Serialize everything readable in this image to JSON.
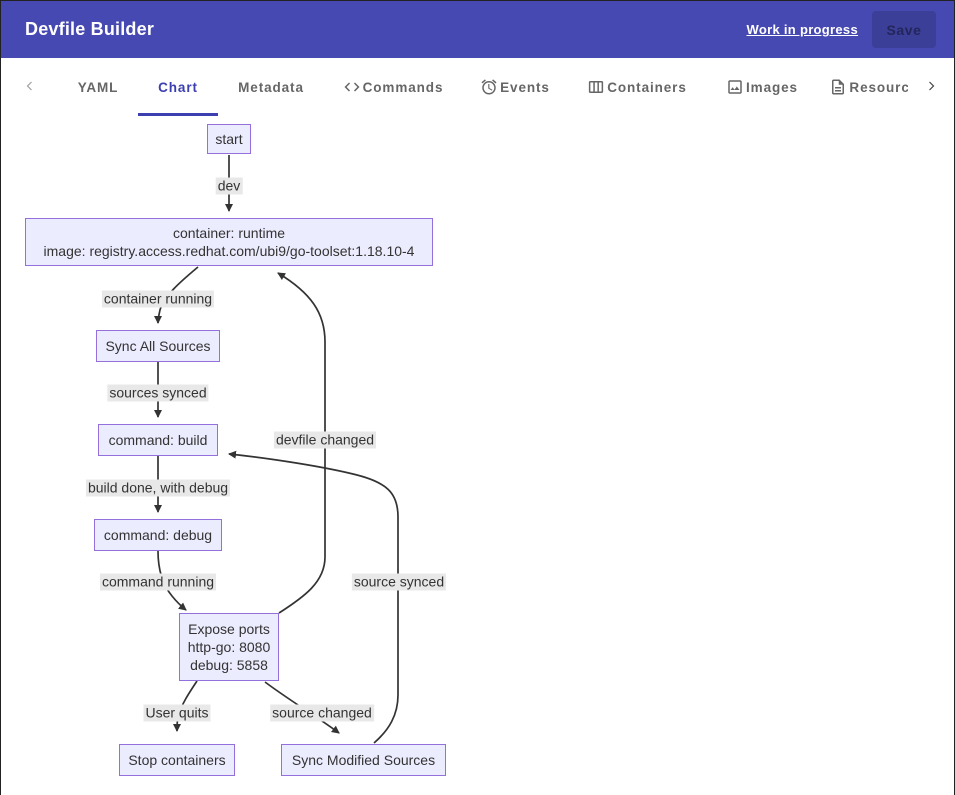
{
  "header": {
    "title": "Devfile Builder",
    "status_link": "Work in progress",
    "save_label": "Save"
  },
  "tabs": {
    "items": [
      {
        "label": "YAML",
        "icon": null,
        "active": false
      },
      {
        "label": "Chart",
        "icon": null,
        "active": true
      },
      {
        "label": "Metadata",
        "icon": null,
        "active": false
      },
      {
        "label": "Commands",
        "icon": "code-icon",
        "active": false
      },
      {
        "label": "Events",
        "icon": "alarm-icon",
        "active": false
      },
      {
        "label": "Containers",
        "icon": "columns-icon",
        "active": false
      },
      {
        "label": "Images",
        "icon": "image-icon",
        "active": false
      },
      {
        "label": "Resources",
        "icon": "document-icon",
        "active": false
      }
    ]
  },
  "diagram": {
    "type": "state-flowchart",
    "nodes": [
      {
        "id": "start",
        "lines": [
          "start"
        ]
      },
      {
        "id": "container-runtime",
        "lines": [
          "container: runtime",
          "image: registry.access.redhat.com/ubi9/go-toolset:1.18.10-4"
        ]
      },
      {
        "id": "sync-all-sources",
        "lines": [
          "Sync All Sources"
        ]
      },
      {
        "id": "command-build",
        "lines": [
          "command: build"
        ]
      },
      {
        "id": "command-debug",
        "lines": [
          "command: debug"
        ]
      },
      {
        "id": "expose-ports",
        "lines": [
          "Expose ports",
          "http-go: 8080",
          "debug: 5858"
        ]
      },
      {
        "id": "stop-containers",
        "lines": [
          "Stop containers"
        ]
      },
      {
        "id": "sync-modified-sources",
        "lines": [
          "Sync Modified Sources"
        ]
      }
    ],
    "edges": [
      {
        "from": "start",
        "to": "container-runtime",
        "label": "dev"
      },
      {
        "from": "container-runtime",
        "to": "sync-all-sources",
        "label": "container running"
      },
      {
        "from": "sync-all-sources",
        "to": "command-build",
        "label": "sources synced"
      },
      {
        "from": "command-build",
        "to": "command-debug",
        "label": "build done, with debug"
      },
      {
        "from": "command-debug",
        "to": "expose-ports",
        "label": "command running"
      },
      {
        "from": "expose-ports",
        "to": "stop-containers",
        "label": "User quits"
      },
      {
        "from": "expose-ports",
        "to": "sync-modified-sources",
        "label": "source changed"
      },
      {
        "from": "expose-ports",
        "to": "container-runtime",
        "label": "devfile changed"
      },
      {
        "from": "sync-modified-sources",
        "to": "command-build",
        "label": "source synced"
      }
    ]
  },
  "colors": {
    "header_bg": "#4749b3",
    "save_button_bg": "#3c3f98",
    "save_button_text": "#23265a",
    "active_tab": "#3b3fb0",
    "tab_text": "#666666",
    "node_fill": "#ECECFF",
    "node_border": "#9370DB",
    "edge_stroke": "#333333",
    "edge_label_bg": "#e8e8e8"
  }
}
